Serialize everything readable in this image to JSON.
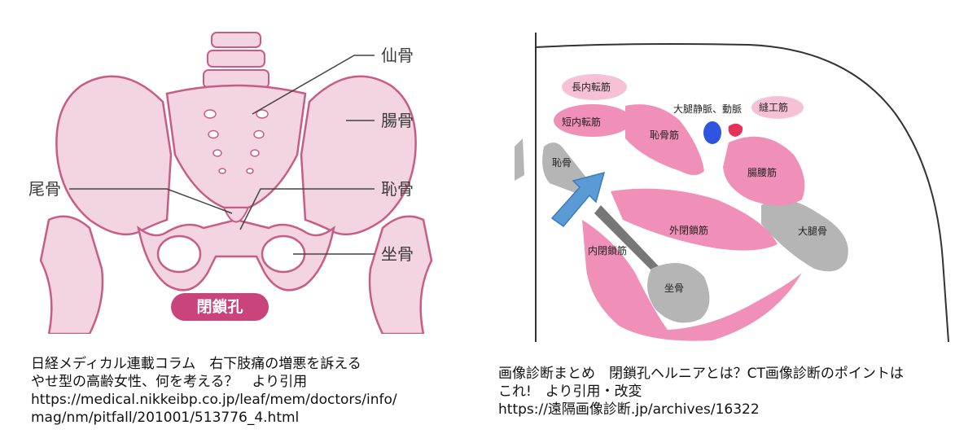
{
  "left_figure": {
    "labels": {
      "sacrum": "仙骨",
      "ilium": "腸骨",
      "coccyx": "尾骨",
      "pubis": "恥骨",
      "ischium": "坐骨",
      "obturator_foramen": "閉鎖孔"
    }
  },
  "right_figure": {
    "labels": {
      "adductor_longus": "長内転筋",
      "adductor_brevis": "短内転筋",
      "pectineus": "恥骨筋",
      "femoral_vessels": "大腿静脈、動脈",
      "sartorius": "縫工筋",
      "pubis": "恥骨",
      "iliopsoas": "腸腰筋",
      "obturator_externus": "外閉鎖筋",
      "femur": "大腿骨",
      "obturator_internus": "内閉鎖筋",
      "ischium": "坐骨"
    }
  },
  "captions": {
    "left": [
      "日経メディカル連載コラム　右下肢痛の増悪を訴える",
      "やせ型の高齢女性、何を考える？　より引用",
      "https://medical.nikkeibp.co.jp/leaf/mem/doctors/info/",
      "mag/nm/pitfall/201001/513776_4.html"
    ],
    "right": [
      "画像診断まとめ　閉鎖孔ヘルニアとは？CT画像診断のポイントは",
      "これ!　より引用・改変",
      "https://遠隔画像診断.jp/archives/16322"
    ]
  },
  "colors": {
    "bone_pink": "#f2d5e0",
    "bone_outline": "#c95c87",
    "muscle_pink": "#f08fb8",
    "muscle_light": "#f6c0d6",
    "bone_gray": "#b5b5b5",
    "arrow_blue": "#5b9bd5",
    "vein_blue": "#2f54e0",
    "artery_red": "#e8315a",
    "obturator_label_bg": "#c9447a"
  }
}
